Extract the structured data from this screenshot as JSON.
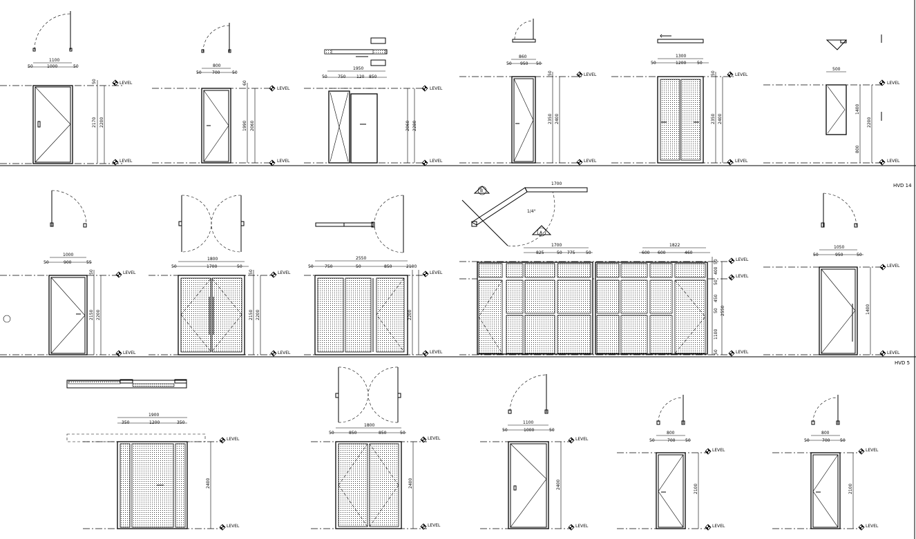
{
  "level_label": "LEVEL",
  "section_labels": [
    "HVD 14",
    "HVD 5"
  ],
  "markers": [
    "B",
    "A"
  ],
  "angle_note": "1/4°",
  "doors": [
    {
      "id": "r1-d1",
      "dims": [
        "1100",
        "50",
        "1000",
        "50",
        "2170",
        "2200",
        "50"
      ]
    },
    {
      "id": "r1-d2",
      "dims": [
        "800",
        "50",
        "700",
        "50",
        "1990",
        "2060",
        "60"
      ]
    },
    {
      "id": "r1-d3",
      "dims": [
        "1950",
        "50",
        "750",
        "120",
        "850",
        "2060",
        "2280"
      ]
    },
    {
      "id": "r1-d4",
      "dims": [
        "860",
        "50",
        "950",
        "50",
        "2350",
        "2400",
        "50"
      ]
    },
    {
      "id": "r1-d5",
      "dims": [
        "1300",
        "50",
        "1200",
        "50",
        "2350",
        "2400",
        "50"
      ]
    },
    {
      "id": "r1-d6",
      "dims": [
        "500",
        "1400",
        "800",
        "2200"
      ]
    },
    {
      "id": "r2-d1",
      "dims": [
        "1000",
        "50",
        "900",
        "55",
        "2150",
        "2200",
        "50"
      ]
    },
    {
      "id": "r2-d2",
      "dims": [
        "1800",
        "50",
        "1700",
        "50",
        "2150",
        "2200",
        "50"
      ]
    },
    {
      "id": "r2-d3",
      "dims": [
        "2550",
        "50",
        "750",
        "50",
        "850",
        "2100",
        "2200"
      ]
    },
    {
      "id": "r2-d4",
      "dims": [
        "1700",
        "825",
        "50",
        "775",
        "50",
        "1700",
        "600",
        "1822",
        "600",
        "460",
        "400",
        "450",
        "50",
        "1100",
        "2550"
      ]
    },
    {
      "id": "r2-d5",
      "dims": [
        "1050",
        "50",
        "950",
        "50",
        "1400"
      ]
    },
    {
      "id": "r3-d1",
      "dims": [
        "1900",
        "350",
        "1200",
        "350",
        "2400"
      ]
    },
    {
      "id": "r3-d2",
      "dims": [
        "1800",
        "50",
        "850",
        "850",
        "50",
        "2400"
      ]
    },
    {
      "id": "r3-d3",
      "dims": [
        "1100",
        "50",
        "1000",
        "50",
        "2400"
      ]
    },
    {
      "id": "r3-d4",
      "dims": [
        "800",
        "50",
        "700",
        "50",
        "2100"
      ]
    },
    {
      "id": "r3-d5",
      "dims": [
        "800",
        "50",
        "700",
        "50",
        "2100"
      ]
    }
  ]
}
